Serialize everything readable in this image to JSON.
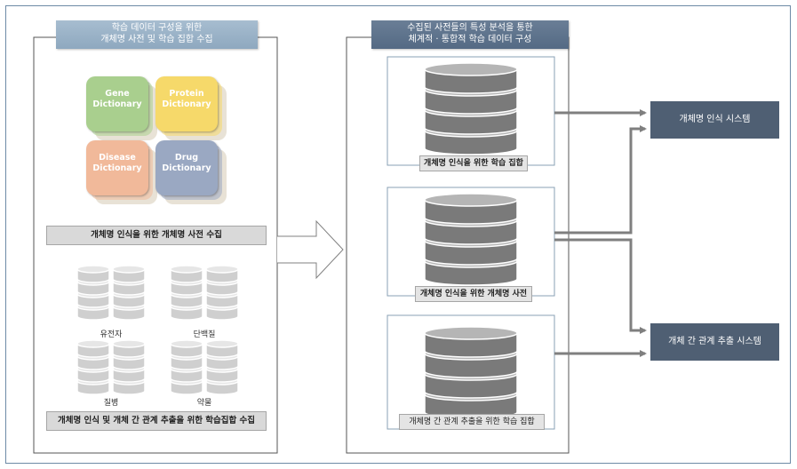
{
  "left_panel": {
    "header_line1": "학습 데이터 구성을 위한",
    "header_line2": "개체명 사전 및 학습 집합 수집",
    "dictionaries": [
      {
        "line1": "Gene",
        "line2": "Dictionary",
        "color": "#a9cf8e"
      },
      {
        "line1": "Protein",
        "line2": "Dictionary",
        "color": "#f6d96a"
      },
      {
        "line1": "Disease",
        "line2": "Dictionary",
        "color": "#f1b99a"
      },
      {
        "line1": "Drug",
        "line2": "Dictionary",
        "color": "#9aa8c2"
      }
    ],
    "dict_caption": "개체명 인식을 위한 개체명 사전 수집",
    "db_labels": [
      "유전자",
      "단백질",
      "질병",
      "약물"
    ],
    "training_caption": "개체명 인식 및 개체 간 관계 추출을 위한 학습집합 수집"
  },
  "middle_panel": {
    "header_line1": "수집된 사전들의 특성 분석을 통한",
    "header_line2": "체계적 · 통합적 학습 데이터 구성",
    "db1_caption": "개체명 인식을 위한 학습 집합",
    "db2_caption": "개체명 인식을 위한 개체명 사전",
    "db3_caption": "개체명 간 관계 추출을 위한 학습 집합"
  },
  "systems": {
    "ner": "개체명 인식 시스템",
    "relation": "개체 간 관계 추출 시스템"
  },
  "colors": {
    "frame": "#6d8aa6",
    "system_box": "#4f5f73",
    "arrow": "#7f7f7f",
    "db_light": "#d4d4d4",
    "db_dark": "#8c8c8c"
  }
}
